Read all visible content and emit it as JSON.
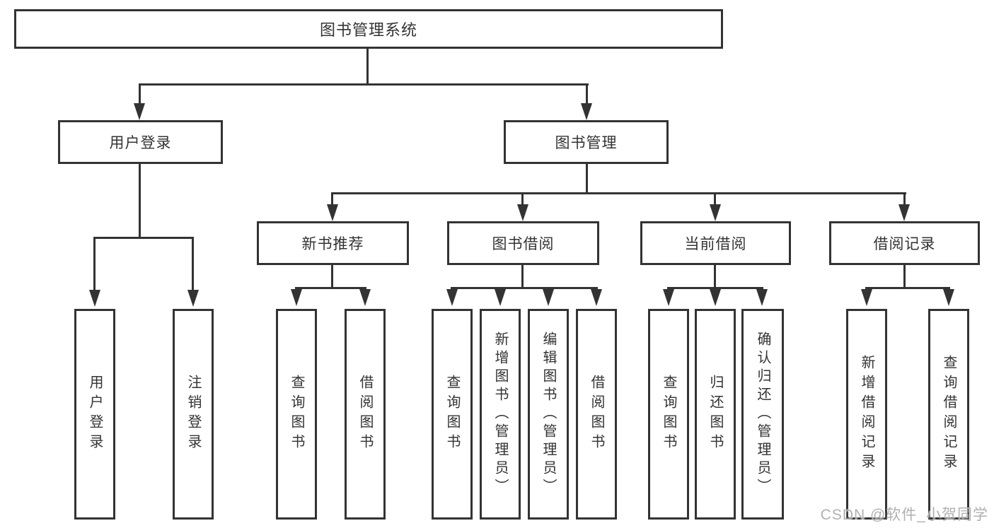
{
  "diagram": {
    "root": {
      "label": "图书管理系统"
    },
    "branches": [
      {
        "label": "用户登录",
        "children": [
          "用户登录",
          "注销登录"
        ]
      },
      {
        "label": "图书管理",
        "groups": [
          {
            "label": "新书推荐",
            "children": [
              "查询图书",
              "借阅图书"
            ]
          },
          {
            "label": "图书借阅",
            "children": [
              "查询图书",
              "新增图书（管理员）",
              "编辑图书（管理员）",
              "借阅图书"
            ]
          },
          {
            "label": "当前借阅",
            "children": [
              "查询图书",
              "归还图书",
              "确认归还（管理员）"
            ]
          },
          {
            "label": "借阅记录",
            "children": [
              "新增借阅记录",
              "查询借阅记录"
            ]
          }
        ]
      }
    ]
  },
  "watermark": "CSDN @软件_小贺同学",
  "colors": {
    "line": "#333333",
    "text": "#333333",
    "watermark": "#b0b0b0",
    "background": "#ffffff"
  }
}
